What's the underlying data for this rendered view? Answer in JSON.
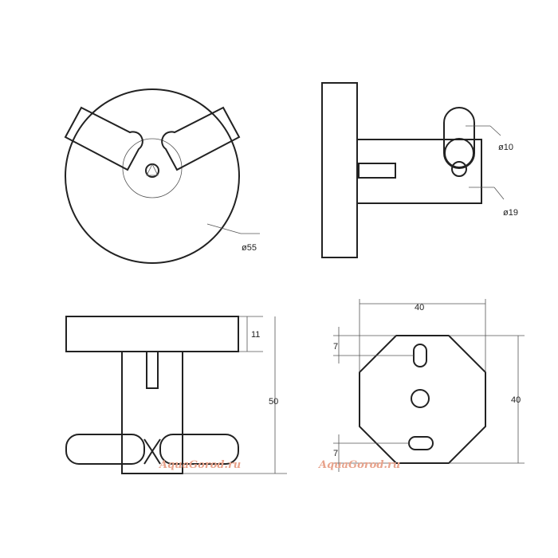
{
  "dimensions": {
    "pipe_diameter": "ø10",
    "stem_diameter": "ø19",
    "base_diameter": "ø55",
    "plate_thickness": "11",
    "total_depth": "50",
    "plate_width": "40",
    "plate_height": "40",
    "slot_offset_top": "7",
    "slot_offset_bottom": "7"
  },
  "watermark": "AquaGorod.ru"
}
